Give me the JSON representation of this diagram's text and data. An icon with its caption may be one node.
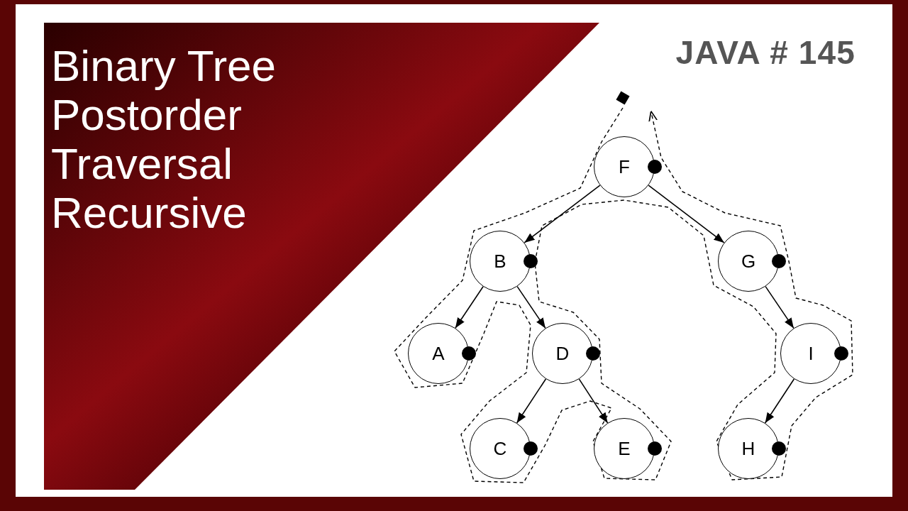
{
  "diagram": {
    "title": "Binary Tree Postorder Traversal Recursive",
    "nodes": [
      {
        "text": [
          "F"
        ]
      },
      {
        "text": [
          "B"
        ]
      },
      {
        "text": [
          "G"
        ]
      },
      {
        "text": [
          "A"
        ]
      },
      {
        "text": [
          "D"
        ]
      },
      {
        "text": [
          "I"
        ]
      },
      {
        "text": [
          "C"
        ]
      },
      {
        "text": [
          "E"
        ]
      },
      {
        "text": [
          "H"
        ]
      }
    ],
    "edges": [
      {
        "from": 0,
        "to": 1,
        "arrow": "to"
      },
      {
        "from": 0,
        "to": 2,
        "arrow": "to"
      },
      {
        "from": 1,
        "to": 3,
        "arrow": "to"
      },
      {
        "from": 1,
        "to": 4,
        "arrow": "to"
      },
      {
        "from": 2,
        "to": 5,
        "arrow": "to"
      },
      {
        "from": 4,
        "to": 6,
        "arrow": "to"
      },
      {
        "from": 4,
        "to": 7,
        "arrow": "to"
      },
      {
        "from": 5,
        "to": 8,
        "arrow": "to"
      }
    ],
    "labels": [
      "JAVA # 145"
    ]
  }
}
